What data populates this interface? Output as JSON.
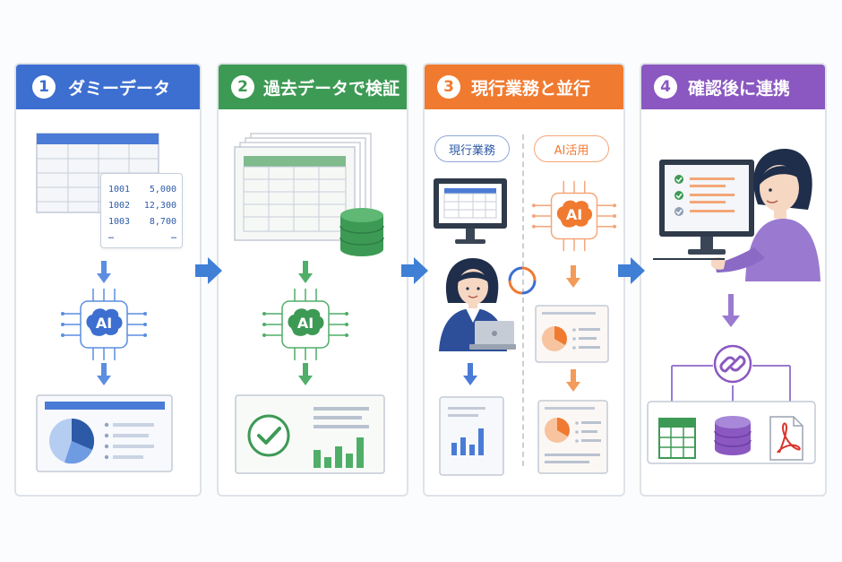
{
  "colors": {
    "step1": "#3d6fd1",
    "step2": "#3d9a55",
    "step3": "#f07a30",
    "step4": "#8a58c0",
    "flow_arrow": "#3f7fd6"
  },
  "panels": [
    {
      "number": "1",
      "title": "ダミーデータ"
    },
    {
      "number": "2",
      "title": "過去データで検証"
    },
    {
      "number": "3",
      "title": "現行業務と並行"
    },
    {
      "number": "4",
      "title": "確認後に連携"
    }
  ],
  "step1": {
    "values": [
      {
        "id": "1001",
        "value": "5,000"
      },
      {
        "id": "1002",
        "value": "12,300"
      },
      {
        "id": "1003",
        "value": "8,700"
      }
    ],
    "ellipsis": "…"
  },
  "ai_label": "AI",
  "step3": {
    "left_label": "現行業務",
    "right_label": "AI活用"
  }
}
